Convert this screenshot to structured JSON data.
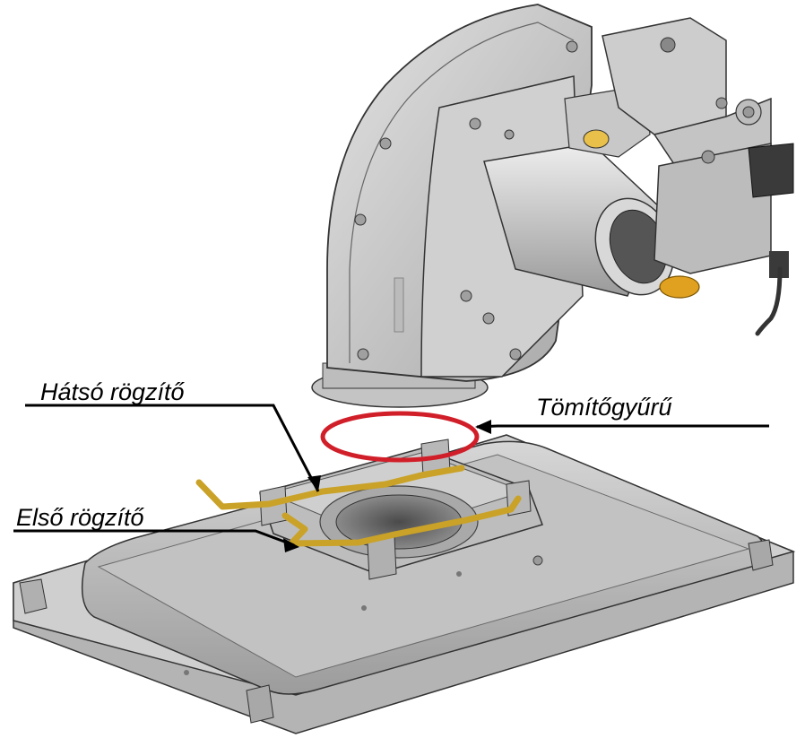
{
  "callouts": {
    "rear_clip": "Hátsó rögzítő",
    "front_clip": "Első rögzítő",
    "seal_ring": "Tömítőgyűrű"
  },
  "colors": {
    "part_gray": "#c8c8c8",
    "part_shade": "#9a9a9a",
    "seal_red": "#d11f2a",
    "clip_gold": "#c9a227",
    "brass": "#e0a020"
  }
}
